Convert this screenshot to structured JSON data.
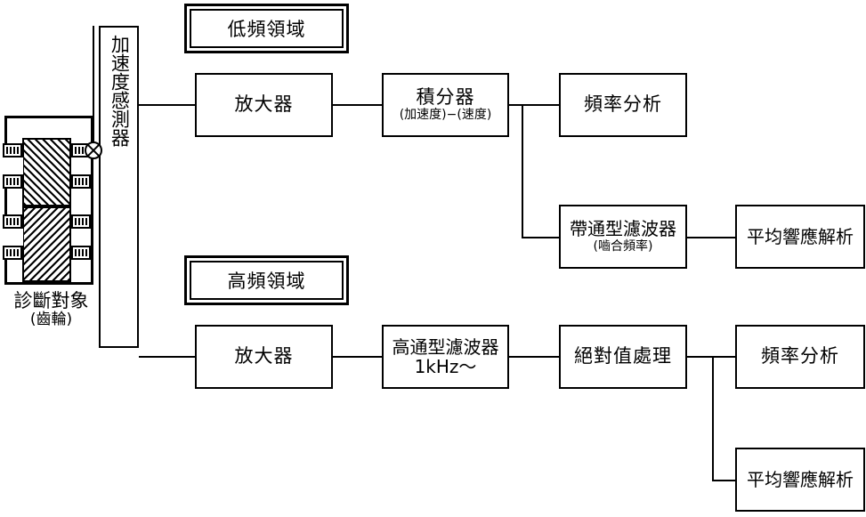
{
  "diagram": {
    "title": "Gear diagnosis vibration signal processing block diagram",
    "ink_color": "#000000",
    "background": "#ffffff"
  },
  "target": {
    "caption_line1": "診斷對象",
    "caption_line2": "(齒輪)",
    "sensor_symbol": "circle-with-x"
  },
  "sensor": {
    "label": "加速度感測器"
  },
  "regions": {
    "low": "低頻領域",
    "high": "高頻領域"
  },
  "blocks": {
    "amp_low": {
      "title": "放大器"
    },
    "integrator": {
      "title": "積分器",
      "subtitle": "(加速度)−(速度)"
    },
    "freq_analysis_low": {
      "title": "頻率分析"
    },
    "bandpass": {
      "title": "帶通型濾波器",
      "subtitle": "(嚙合頻率)"
    },
    "avg_response_low": {
      "title": "平均響應解析"
    },
    "amp_high": {
      "title": "放大器"
    },
    "highpass": {
      "title": "高通型濾波器",
      "subtitle": "1kHz〜"
    },
    "abs_value": {
      "title": "絕對值處理"
    },
    "freq_analysis_high": {
      "title": "頻率分析"
    },
    "avg_response_high": {
      "title": "平均響應解析"
    }
  }
}
